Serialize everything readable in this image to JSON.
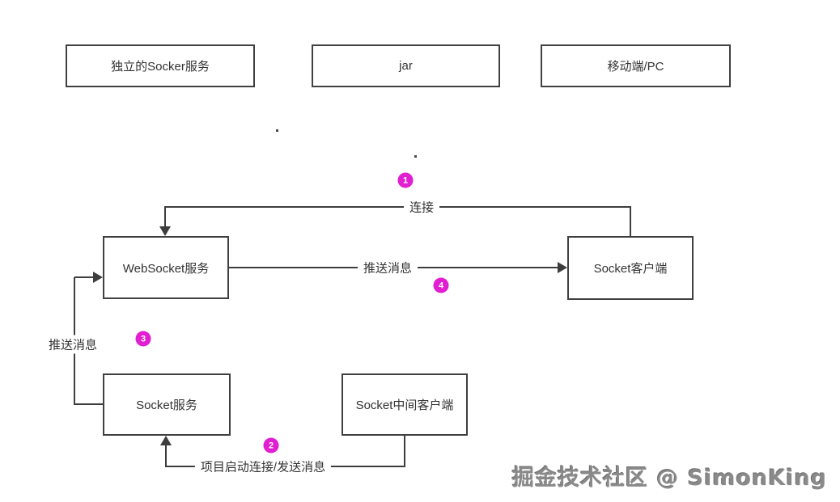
{
  "diagram": {
    "top_boxes": {
      "standalone": "独立的Socker服务",
      "jar": "jar",
      "mobile": "移动端/PC"
    },
    "nodes": {
      "websocket_server": "WebSocket服务",
      "socket_client": "Socket客户端",
      "socket_server": "Socket服务",
      "socket_middle_client": "Socket中间客户端"
    },
    "edge_labels": {
      "connect": "连接",
      "push_message_main": "推送消息",
      "push_message_left": "推送消息",
      "project_start": "项目启动连接/发送消息"
    },
    "steps": {
      "s1": "1",
      "s2": "2",
      "s3": "3",
      "s4": "4"
    },
    "colors": {
      "line": "#3d3d3d",
      "box_border": "#404040",
      "badge": "#e11ed0",
      "text": "#333333"
    }
  },
  "watermark": {
    "text": "掘金技术社区 @ SimonKing"
  }
}
